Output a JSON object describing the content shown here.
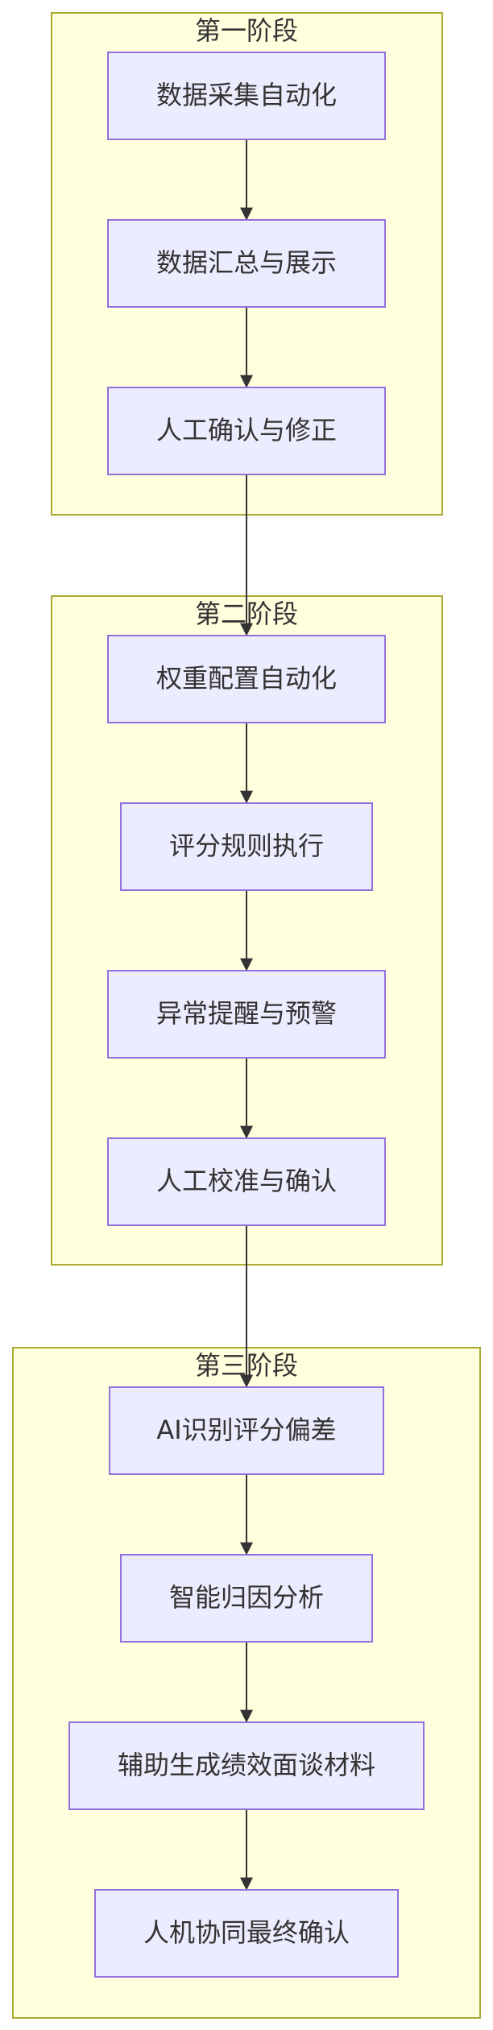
{
  "stages": [
    {
      "id": "stage1",
      "title": "第一阶段",
      "nodes": [
        {
          "id": "n1",
          "label": "数据采集自动化"
        },
        {
          "id": "n2",
          "label": "数据汇总与展示"
        },
        {
          "id": "n3",
          "label": "人工确认与修正"
        }
      ]
    },
    {
      "id": "stage2",
      "title": "第二阶段",
      "nodes": [
        {
          "id": "n4",
          "label": "权重配置自动化"
        },
        {
          "id": "n5",
          "label": "评分规则执行"
        },
        {
          "id": "n6",
          "label": "异常提醒与预警"
        },
        {
          "id": "n7",
          "label": "人工校准与确认"
        }
      ]
    },
    {
      "id": "stage3",
      "title": "第三阶段",
      "nodes": [
        {
          "id": "n8",
          "label": "AI识别评分偏差"
        },
        {
          "id": "n9",
          "label": "智能归因分析"
        },
        {
          "id": "n10",
          "label": "辅助生成绩效面谈材料"
        },
        {
          "id": "n11",
          "label": "人机协同最终确认"
        }
      ]
    }
  ],
  "edges": [
    [
      "n1",
      "n2"
    ],
    [
      "n2",
      "n3"
    ],
    [
      "n3",
      "n4"
    ],
    [
      "n4",
      "n5"
    ],
    [
      "n5",
      "n6"
    ],
    [
      "n6",
      "n7"
    ],
    [
      "n7",
      "n8"
    ],
    [
      "n8",
      "n9"
    ],
    [
      "n9",
      "n10"
    ],
    [
      "n10",
      "n11"
    ]
  ],
  "colors": {
    "stage_fill": "#ffffde",
    "stage_border": "#aaaa33",
    "node_fill": "#ececff",
    "node_border": "#9370db",
    "edge": "#333333",
    "text": "#333333"
  }
}
